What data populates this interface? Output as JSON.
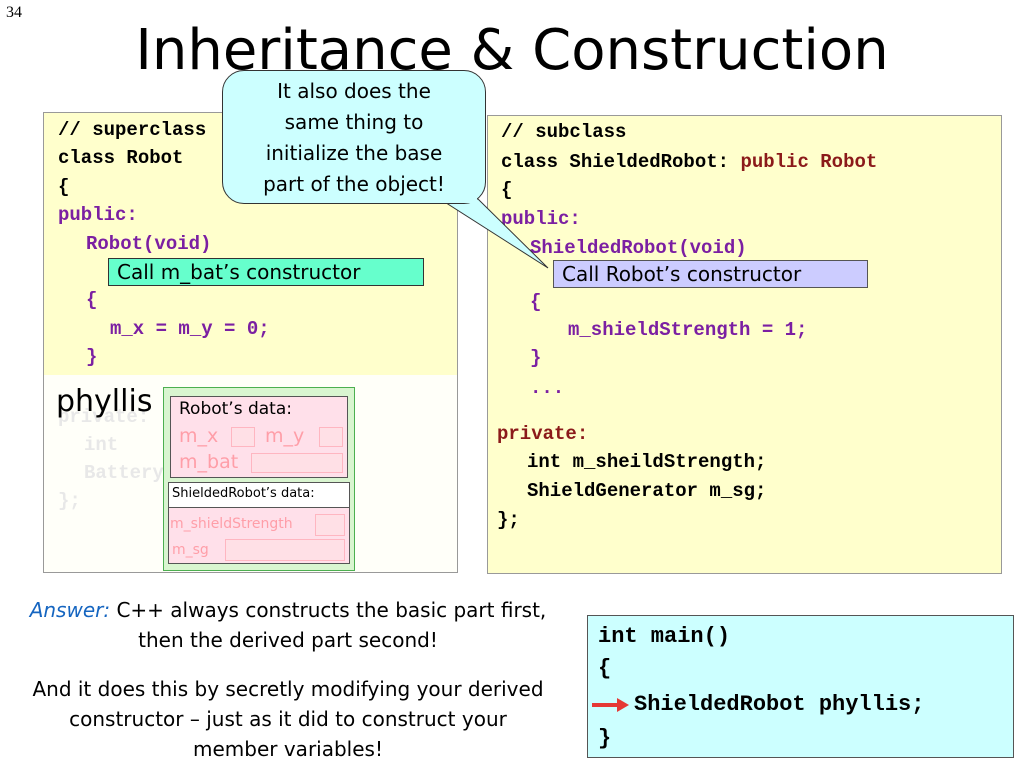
{
  "slide": {
    "page_number": "34",
    "title": "Inheritance & Construction"
  },
  "superclass_code": {
    "lines": [
      "// superclass",
      "class Robot",
      "{",
      "public:",
      "Robot(void)",
      "{",
      "m_x = m_y = 0;",
      "}",
      "private:",
      "int",
      "Battery",
      "};"
    ]
  },
  "subclass_code": {
    "comment": "// subclass",
    "class_decl": "class ShieldedRobot: ",
    "inheritance": "public Robot",
    "open_brace": "{",
    "public_label": "public:",
    "constructor": "ShieldedRobot(void)",
    "body_open": "{",
    "body_stmt": "m_shieldStrength = 1;",
    "body_close": "}",
    "ellipsis": "...",
    "private_label": "private:",
    "member1": "int m_sheildStrength;",
    "member2": "ShieldGenerator m_sg;",
    "close": "};"
  },
  "callouts": {
    "bat_ctor": "Call m_bat’s constructor",
    "robot_ctor": "Call Robot’s constructor"
  },
  "speech_bubble": {
    "lines": [
      "It also does the",
      "same thing to",
      "initialize the base",
      "part of the object!"
    ]
  },
  "object_diagram": {
    "name": "phyllis",
    "base_header": "Robot’s data:",
    "base_fields": [
      "m_x",
      "m_y",
      "m_bat"
    ],
    "derived_header": "ShieldedRobot’s data:",
    "derived_fields": [
      "m_shieldStrength",
      "m_sg"
    ]
  },
  "answer": {
    "label": "Answer:",
    "text1": " C++ always constructs the basic part first, then the derived part second!",
    "text2": "And it does this by secretly modifying your derived constructor – just as it did to construct your member variables!"
  },
  "main_code": {
    "lines": [
      "int main()",
      "{",
      "ShieldedRobot phyllis;",
      "}"
    ]
  },
  "colors": {
    "code_bg": "#ffffcc",
    "keyword_purple": "#7b1fa2",
    "bubble_bg": "#ccffff",
    "callout_green": "#66ffcc",
    "callout_lavender": "#ccccff",
    "arrow_red": "#e53935"
  }
}
